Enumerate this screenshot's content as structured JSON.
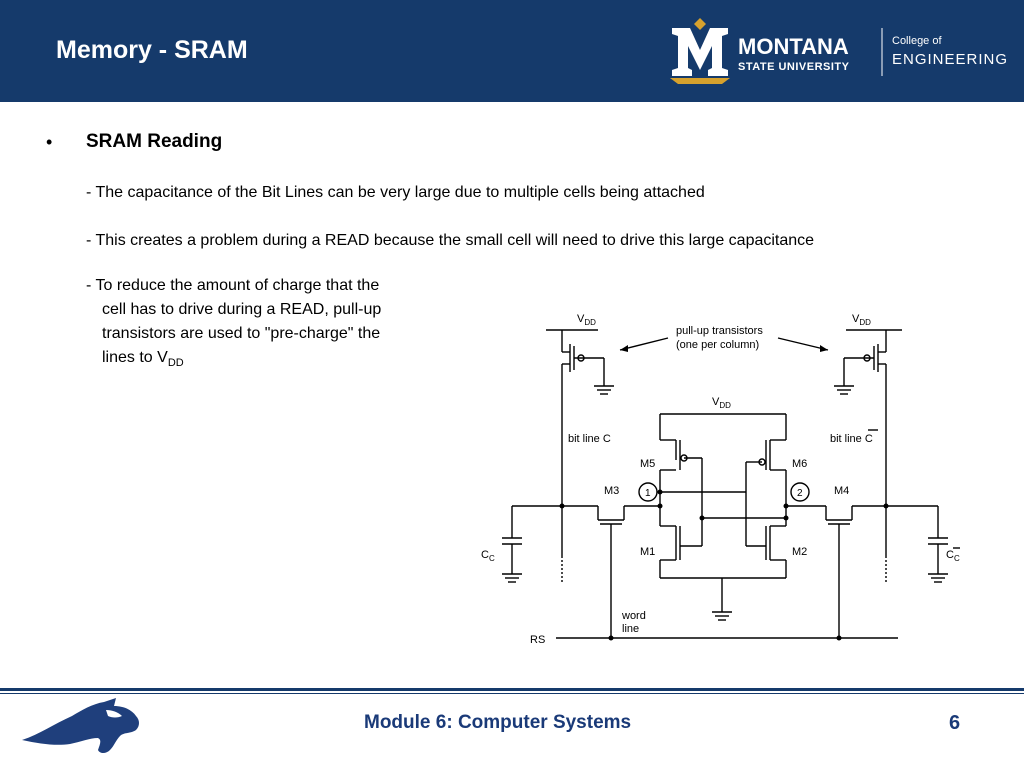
{
  "header": {
    "title": "Memory - SRAM",
    "logo": {
      "university_line1": "MONTANA",
      "university_line2": "STATE UNIVERSITY",
      "college_line1": "College of",
      "college_line2": "ENGINEERING"
    }
  },
  "content": {
    "bullet_symbol": "•",
    "heading": "SRAM Reading",
    "para1": "- The capacitance of the Bit Lines can be very large due to multiple cells being attached",
    "para2": "- This creates a problem during a READ because the small cell will need to drive this large capacitance",
    "para3": {
      "line1": "- To reduce the amount of charge that the",
      "line2": "cell has to drive during a READ, pull-up",
      "line3": "transistors are used to \"pre-charge\" the",
      "line4_prefix": "lines to V",
      "line4_sub": "DD"
    }
  },
  "circuit": {
    "vdd_left": "V",
    "vdd_left_sub": "DD",
    "vdd_right": "V",
    "vdd_right_sub": "DD",
    "vdd_center": "V",
    "vdd_center_sub": "DD",
    "pullup_label_line1": "pull-up transistors",
    "pullup_label_line2": "(one per column)",
    "bitline_c": "bit line C",
    "bitline_cbar_prefix": "bit line ",
    "bitline_cbar_letter": "C",
    "m1": "M1",
    "m2": "M2",
    "m3": "M3",
    "m4": "M4",
    "m5": "M5",
    "m6": "M6",
    "node1": "1",
    "node2": "2",
    "cc": "C",
    "cc_sub": "C",
    "ccbar": "C",
    "ccbar_sub": "C",
    "word_line_1": "word",
    "word_line_2": "line",
    "rs": "RS"
  },
  "footer": {
    "module": "Module 6: Computer Systems",
    "page": "6"
  }
}
